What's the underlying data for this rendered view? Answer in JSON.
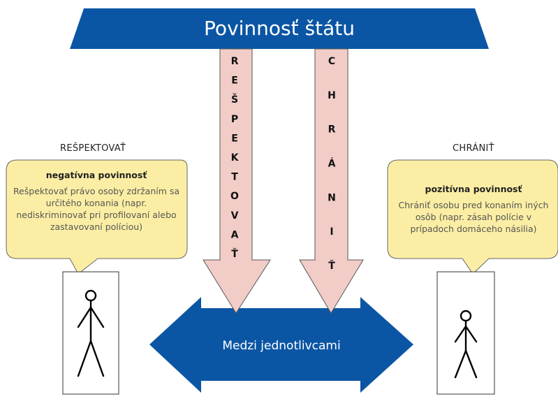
{
  "title": "Povinnosť štátu",
  "arrows": {
    "left_vertical_letters": [
      "R",
      "E",
      "Š",
      "P",
      "E",
      "K",
      "T",
      "O",
      "V",
      "A",
      "Ť"
    ],
    "right_vertical_letters": [
      "C",
      "H",
      "R",
      "Á",
      "N",
      "I",
      "Ť"
    ],
    "horizontal_label": "Medzi jednotlivcami"
  },
  "left": {
    "caption": "REŠPEKTOVAŤ",
    "bubble_heading": "negatívna povinnosť",
    "bubble_body": "Rešpektovať právo osoby zdržaním sa určitého konania (napr. nediskriminovať pri profilovaní alebo zastavovaní políciou)"
  },
  "right": {
    "caption": "CHRÁNIŤ",
    "bubble_heading": "pozitívna povinnosť",
    "bubble_body": "Chrániť osobu pred konaním iných osôb (napr. zásah polície v prípadoch domáceho násilia)"
  },
  "colors": {
    "banner_blue": "#0b56a4",
    "arrow_pink": "#f2cdc8",
    "arrow_outline": "#555555",
    "bubble_yellow": "#fbeea4",
    "bubble_outline": "#666666"
  }
}
